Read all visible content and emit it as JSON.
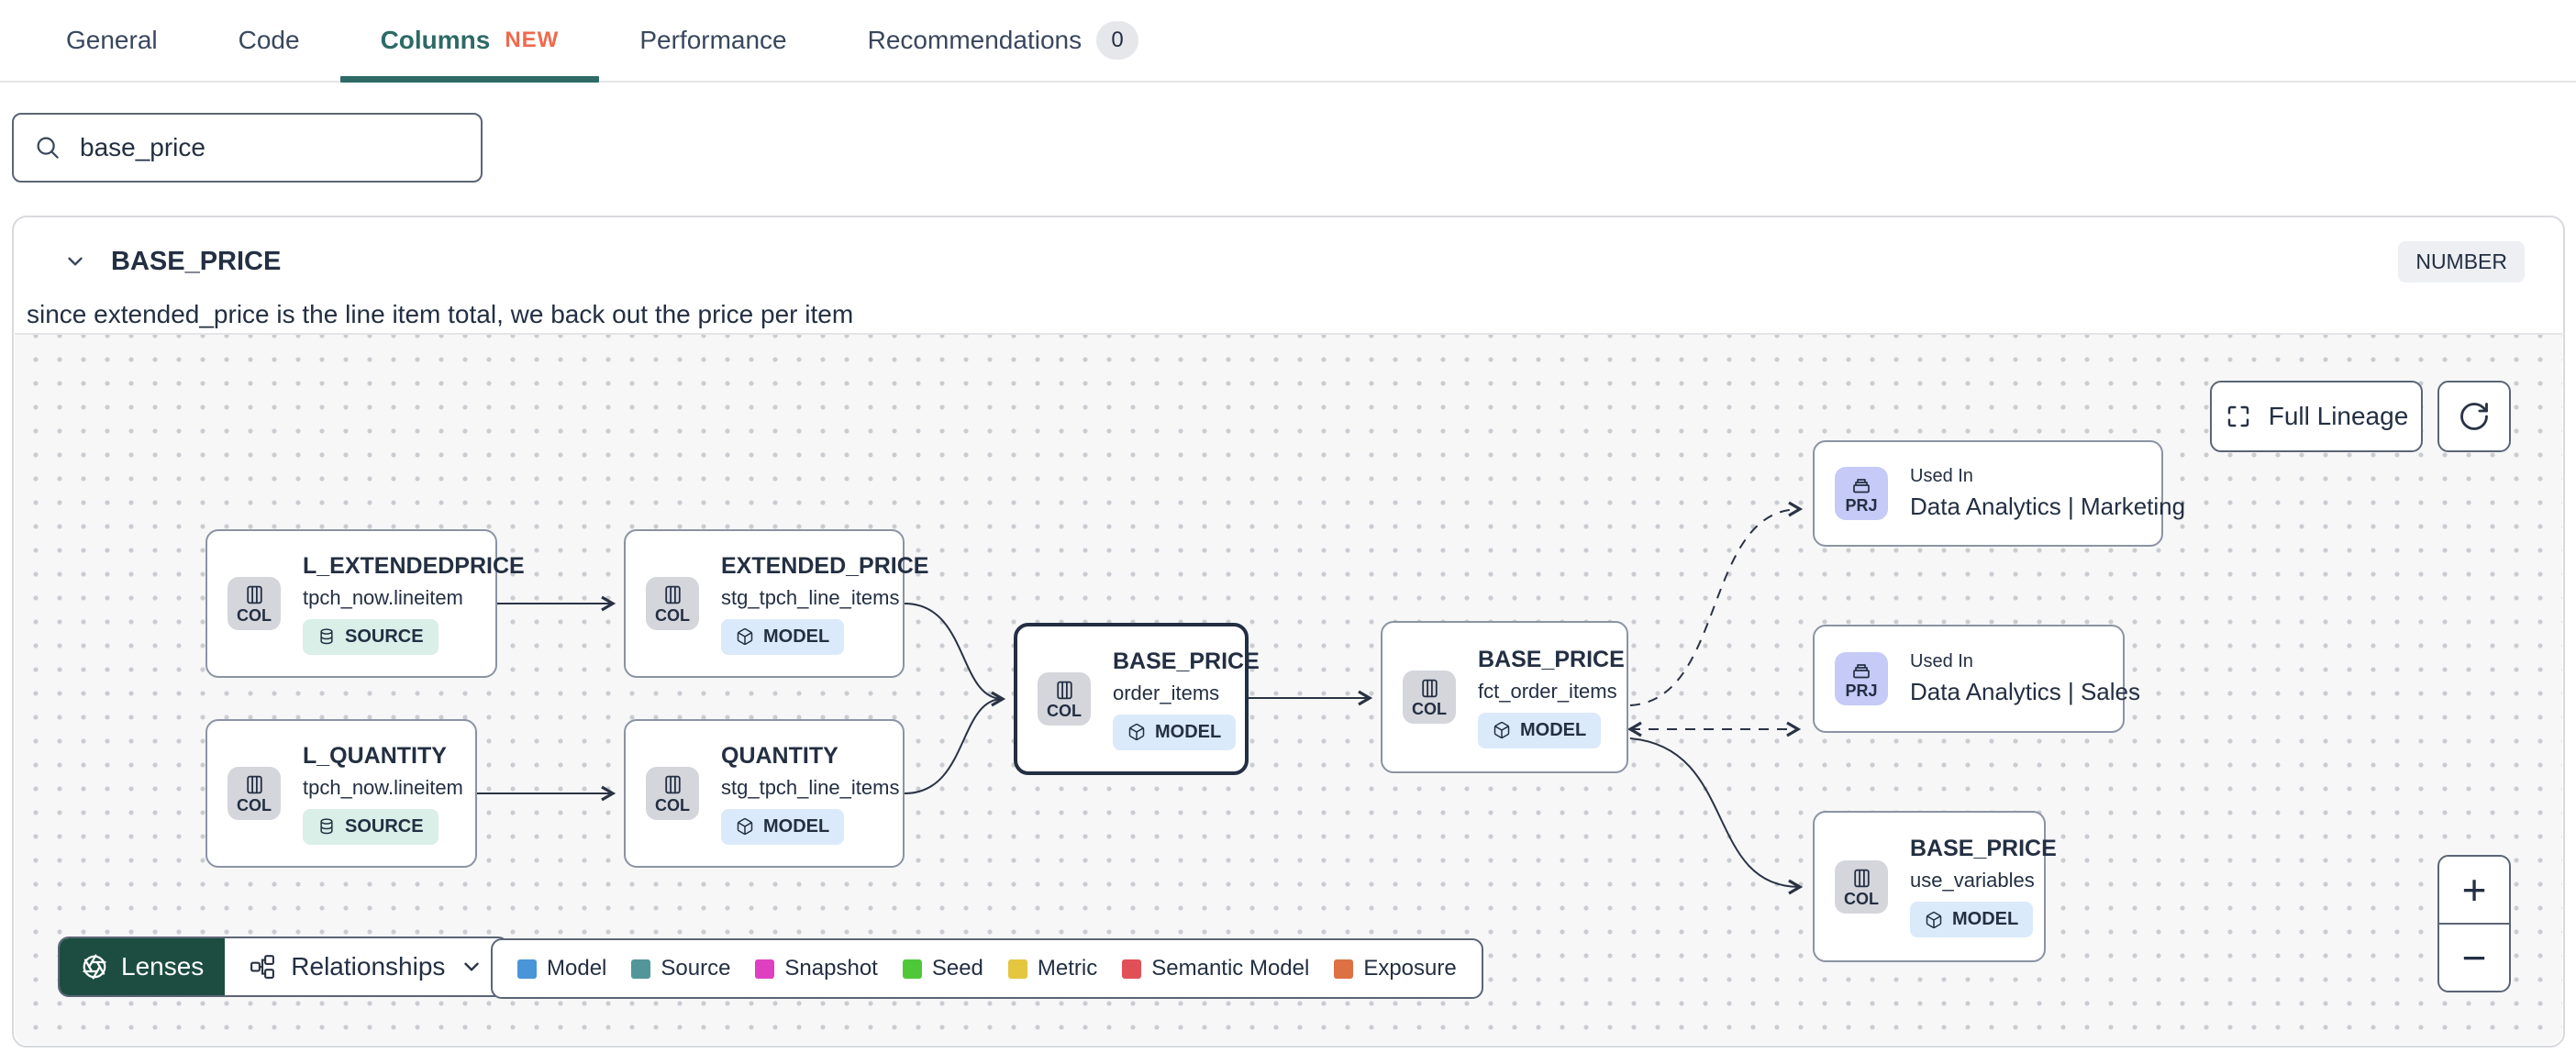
{
  "tabs": {
    "items": [
      {
        "label": "General"
      },
      {
        "label": "Code"
      },
      {
        "label": "Columns",
        "badge": "NEW",
        "active": true
      },
      {
        "label": "Performance"
      },
      {
        "label": "Recommendations",
        "badge": "0"
      }
    ]
  },
  "search": {
    "value": "base_price"
  },
  "column_panel": {
    "name": "BASE_PRICE",
    "type_badge": "NUMBER",
    "description": "since extended_price is the line item total, we back out the price per item"
  },
  "lineage": {
    "controls": {
      "full_lineage_label": "Full Lineage",
      "zoom_in": "+",
      "zoom_out": "−"
    },
    "nodes": [
      {
        "kind": "COL",
        "title": "L_EXTENDEDPRICE",
        "subtitle": "tpch_now.lineitem",
        "badge": "SOURCE"
      },
      {
        "kind": "COL",
        "title": "EXTENDED_PRICE",
        "subtitle": "stg_tpch_line_items",
        "badge": "MODEL"
      },
      {
        "kind": "COL",
        "title": "L_QUANTITY",
        "subtitle": "tpch_now.lineitem",
        "badge": "SOURCE"
      },
      {
        "kind": "COL",
        "title": "QUANTITY",
        "subtitle": "stg_tpch_line_items",
        "badge": "MODEL"
      },
      {
        "kind": "COL",
        "title": "BASE_PRICE",
        "subtitle": "order_items",
        "badge": "MODEL",
        "selected": true
      },
      {
        "kind": "COL",
        "title": "BASE_PRICE",
        "subtitle": "fct_order_items",
        "badge": "MODEL"
      },
      {
        "kind": "PRJ",
        "title": "Used In",
        "subtitle": "Data Analytics | Marketing"
      },
      {
        "kind": "PRJ",
        "title": "Used In",
        "subtitle": "Data Analytics | Sales"
      },
      {
        "kind": "COL",
        "title": "BASE_PRICE",
        "subtitle": "use_variables",
        "badge": "MODEL"
      }
    ],
    "footer": {
      "lenses_label": "Lenses",
      "relationships_label": "Relationships",
      "legend": [
        {
          "label": "Model",
          "color": "#4a94d8"
        },
        {
          "label": "Source",
          "color": "#53969a"
        },
        {
          "label": "Snapshot",
          "color": "#df40c2"
        },
        {
          "label": "Seed",
          "color": "#4fc838"
        },
        {
          "label": "Metric",
          "color": "#e4c63f"
        },
        {
          "label": "Semantic Model",
          "color": "#e25057"
        },
        {
          "label": "Exposure",
          "color": "#dd7143"
        }
      ]
    }
  },
  "theme": {
    "accent_teal": "#2d6a66",
    "new_badge": "#ee6a4d",
    "selected_border": "#232f42",
    "model_badge_bg": "#dbeafa",
    "source_badge_bg": "#d9efe8",
    "col_tile_bg": "#d4d6dc",
    "prj_tile_bg": "#c5caf7",
    "lenses_bg": "#1d4d40"
  }
}
